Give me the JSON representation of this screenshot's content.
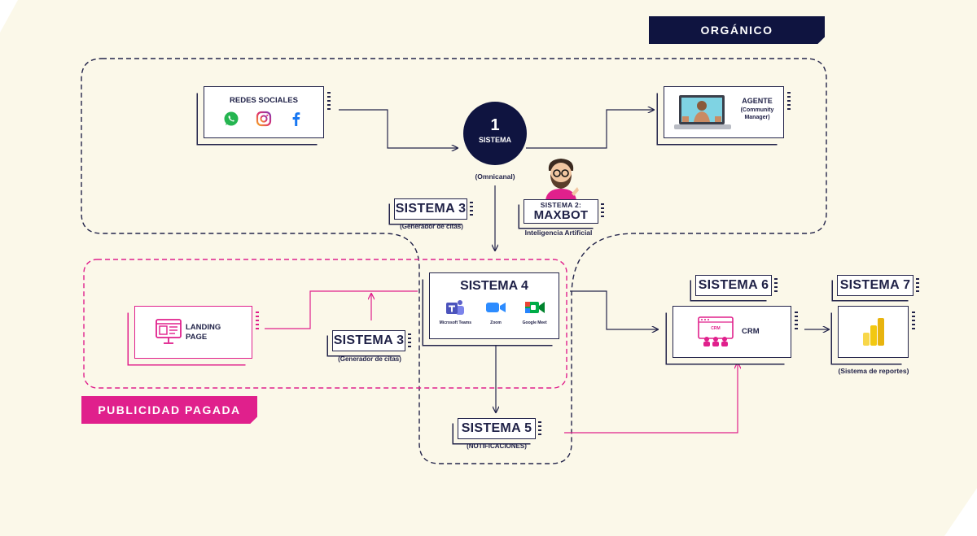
{
  "organic_label": "ORGÁNICO",
  "paid_label": "PUBLICIDAD PAGADA",
  "redes": {
    "title": "REDES SOCIALES",
    "icons": [
      "whatsapp-icon",
      "instagram-icon",
      "facebook-icon"
    ]
  },
  "sistema1": {
    "number": "1",
    "label": "SISTEMA",
    "caption": "(Omnicanal)"
  },
  "agente": {
    "title": "AGENTE",
    "subtitle": "(Community Manager)"
  },
  "sistema2": {
    "small": "SISTEMA 2:",
    "name": "MAXBOT",
    "caption": "Inteligencia Artificial"
  },
  "sistema3_top": {
    "label": "SISTEMA 3",
    "caption": "(Generador de citas)"
  },
  "sistema3_bottom": {
    "label": "SISTEMA 3",
    "caption": "(Generador de citas)"
  },
  "landing": {
    "title": "LANDING PAGE"
  },
  "sistema4": {
    "title": "SISTEMA 4",
    "apps": [
      "Microsoft Teams",
      "Zoom",
      "Google Meet"
    ]
  },
  "sistema5": {
    "label": "SISTEMA 5",
    "caption": "(NOTIFICACIONES)"
  },
  "sistema6": {
    "label": "SISTEMA 6",
    "crm_label": "CRM",
    "crm_icon_text": "CRM"
  },
  "sistema7": {
    "label": "SISTEMA 7",
    "caption": "(Sistema de reportes)"
  },
  "colors": {
    "navy": "#0f1440",
    "pink": "#e0208c",
    "background": "#fbf8e9",
    "ink": "#23244a"
  }
}
